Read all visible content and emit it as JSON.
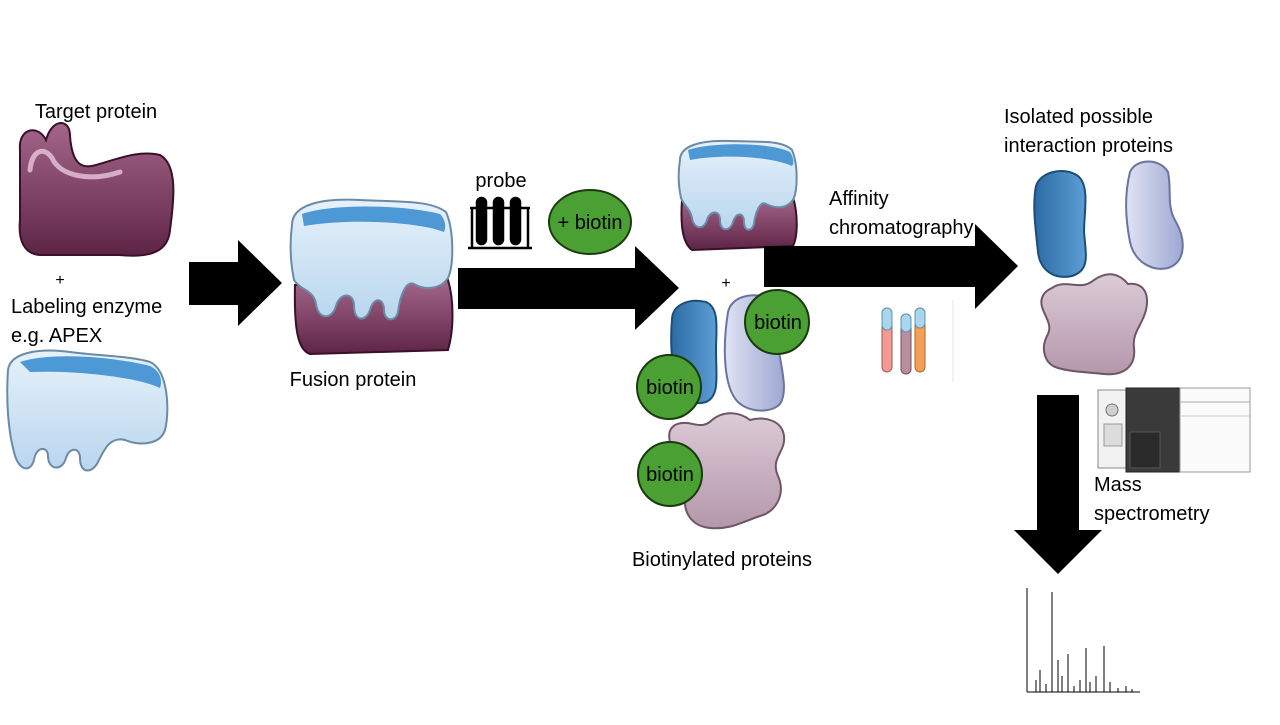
{
  "labels": {
    "target_protein": "Target protein",
    "plus_1": "+",
    "labeling_enzyme_line1": "Labeling enzyme",
    "labeling_enzyme_line2": "e.g. APEX",
    "fusion_protein": "Fusion protein",
    "probe": "probe",
    "plus_biotin": "+ biotin",
    "plus_2": "+",
    "biotin": "biotin",
    "biotinylated_proteins": "Biotinylated proteins",
    "affinity_line1": "Affinity",
    "affinity_line2": "chromatography",
    "isolated_line1": "Isolated possible",
    "isolated_line2": "interaction proteins",
    "mass_line1": "Mass",
    "mass_line2": "spectrometry"
  },
  "colors": {
    "target_protein": "#6e2f55",
    "enzyme_light": "#cfe3f3",
    "enzyme_blue": "#3d8fd0",
    "biotin_green": "#4aa033",
    "arrow": "#000000",
    "protein_dark_blue": "#3b7fb9",
    "protein_lavender": "#b7bfe0",
    "protein_mauve": "#c9aebf"
  }
}
